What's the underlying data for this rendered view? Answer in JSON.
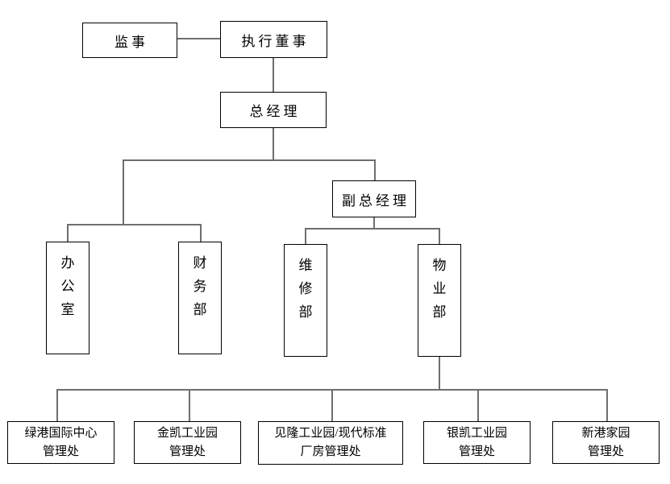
{
  "colors": {
    "background": "#ffffff",
    "box_border": "#000000",
    "connector_line": "#6e6e6e",
    "text": "#000000"
  },
  "org_chart": {
    "nodes": {
      "supervisor": {
        "label": "监事"
      },
      "executive_director": {
        "label": "执行董事"
      },
      "general_manager": {
        "label": "总经理"
      },
      "deputy_general_manager": {
        "label": "副总经理"
      },
      "office": {
        "label": "办公室"
      },
      "finance_dept": {
        "label": "财务部"
      },
      "maintenance_dept": {
        "label": "维修部"
      },
      "property_dept": {
        "label": "物业部"
      },
      "lvgang_intl_center": {
        "lines": [
          "绿港国际中心",
          "管理处"
        ],
        "label": "绿港国际中心管理处"
      },
      "jinkai_industrial_park": {
        "lines": [
          "金凯工业园",
          "管理处"
        ],
        "label": "金凯工业园管理处"
      },
      "jianlong_modern_standard": {
        "lines": [
          "见隆工业园/现代标准",
          "厂房管理处"
        ],
        "label": "见隆工业园/现代标准厂房管理处"
      },
      "yinkai_industrial_park": {
        "lines": [
          "银凯工业园",
          "管理处"
        ],
        "label": "银凯工业园管理处"
      },
      "xingang_homeland": {
        "lines": [
          "新港家园",
          "管理处"
        ],
        "label": "新港家园管理处"
      }
    },
    "edges": [
      {
        "from": "supervisor",
        "to": "executive_director",
        "type": "lateral"
      },
      {
        "from": "executive_director",
        "to": "general_manager",
        "type": "reports"
      },
      {
        "from": "general_manager",
        "to": "office",
        "type": "reports"
      },
      {
        "from": "general_manager",
        "to": "finance_dept",
        "type": "reports"
      },
      {
        "from": "general_manager",
        "to": "deputy_general_manager",
        "type": "reports"
      },
      {
        "from": "deputy_general_manager",
        "to": "maintenance_dept",
        "type": "reports"
      },
      {
        "from": "deputy_general_manager",
        "to": "property_dept",
        "type": "reports"
      },
      {
        "from": "property_dept",
        "to": "lvgang_intl_center",
        "type": "reports"
      },
      {
        "from": "property_dept",
        "to": "jinkai_industrial_park",
        "type": "reports"
      },
      {
        "from": "property_dept",
        "to": "jianlong_modern_standard",
        "type": "reports"
      },
      {
        "from": "property_dept",
        "to": "yinkai_industrial_park",
        "type": "reports"
      },
      {
        "from": "property_dept",
        "to": "xingang_homeland",
        "type": "reports"
      }
    ]
  }
}
